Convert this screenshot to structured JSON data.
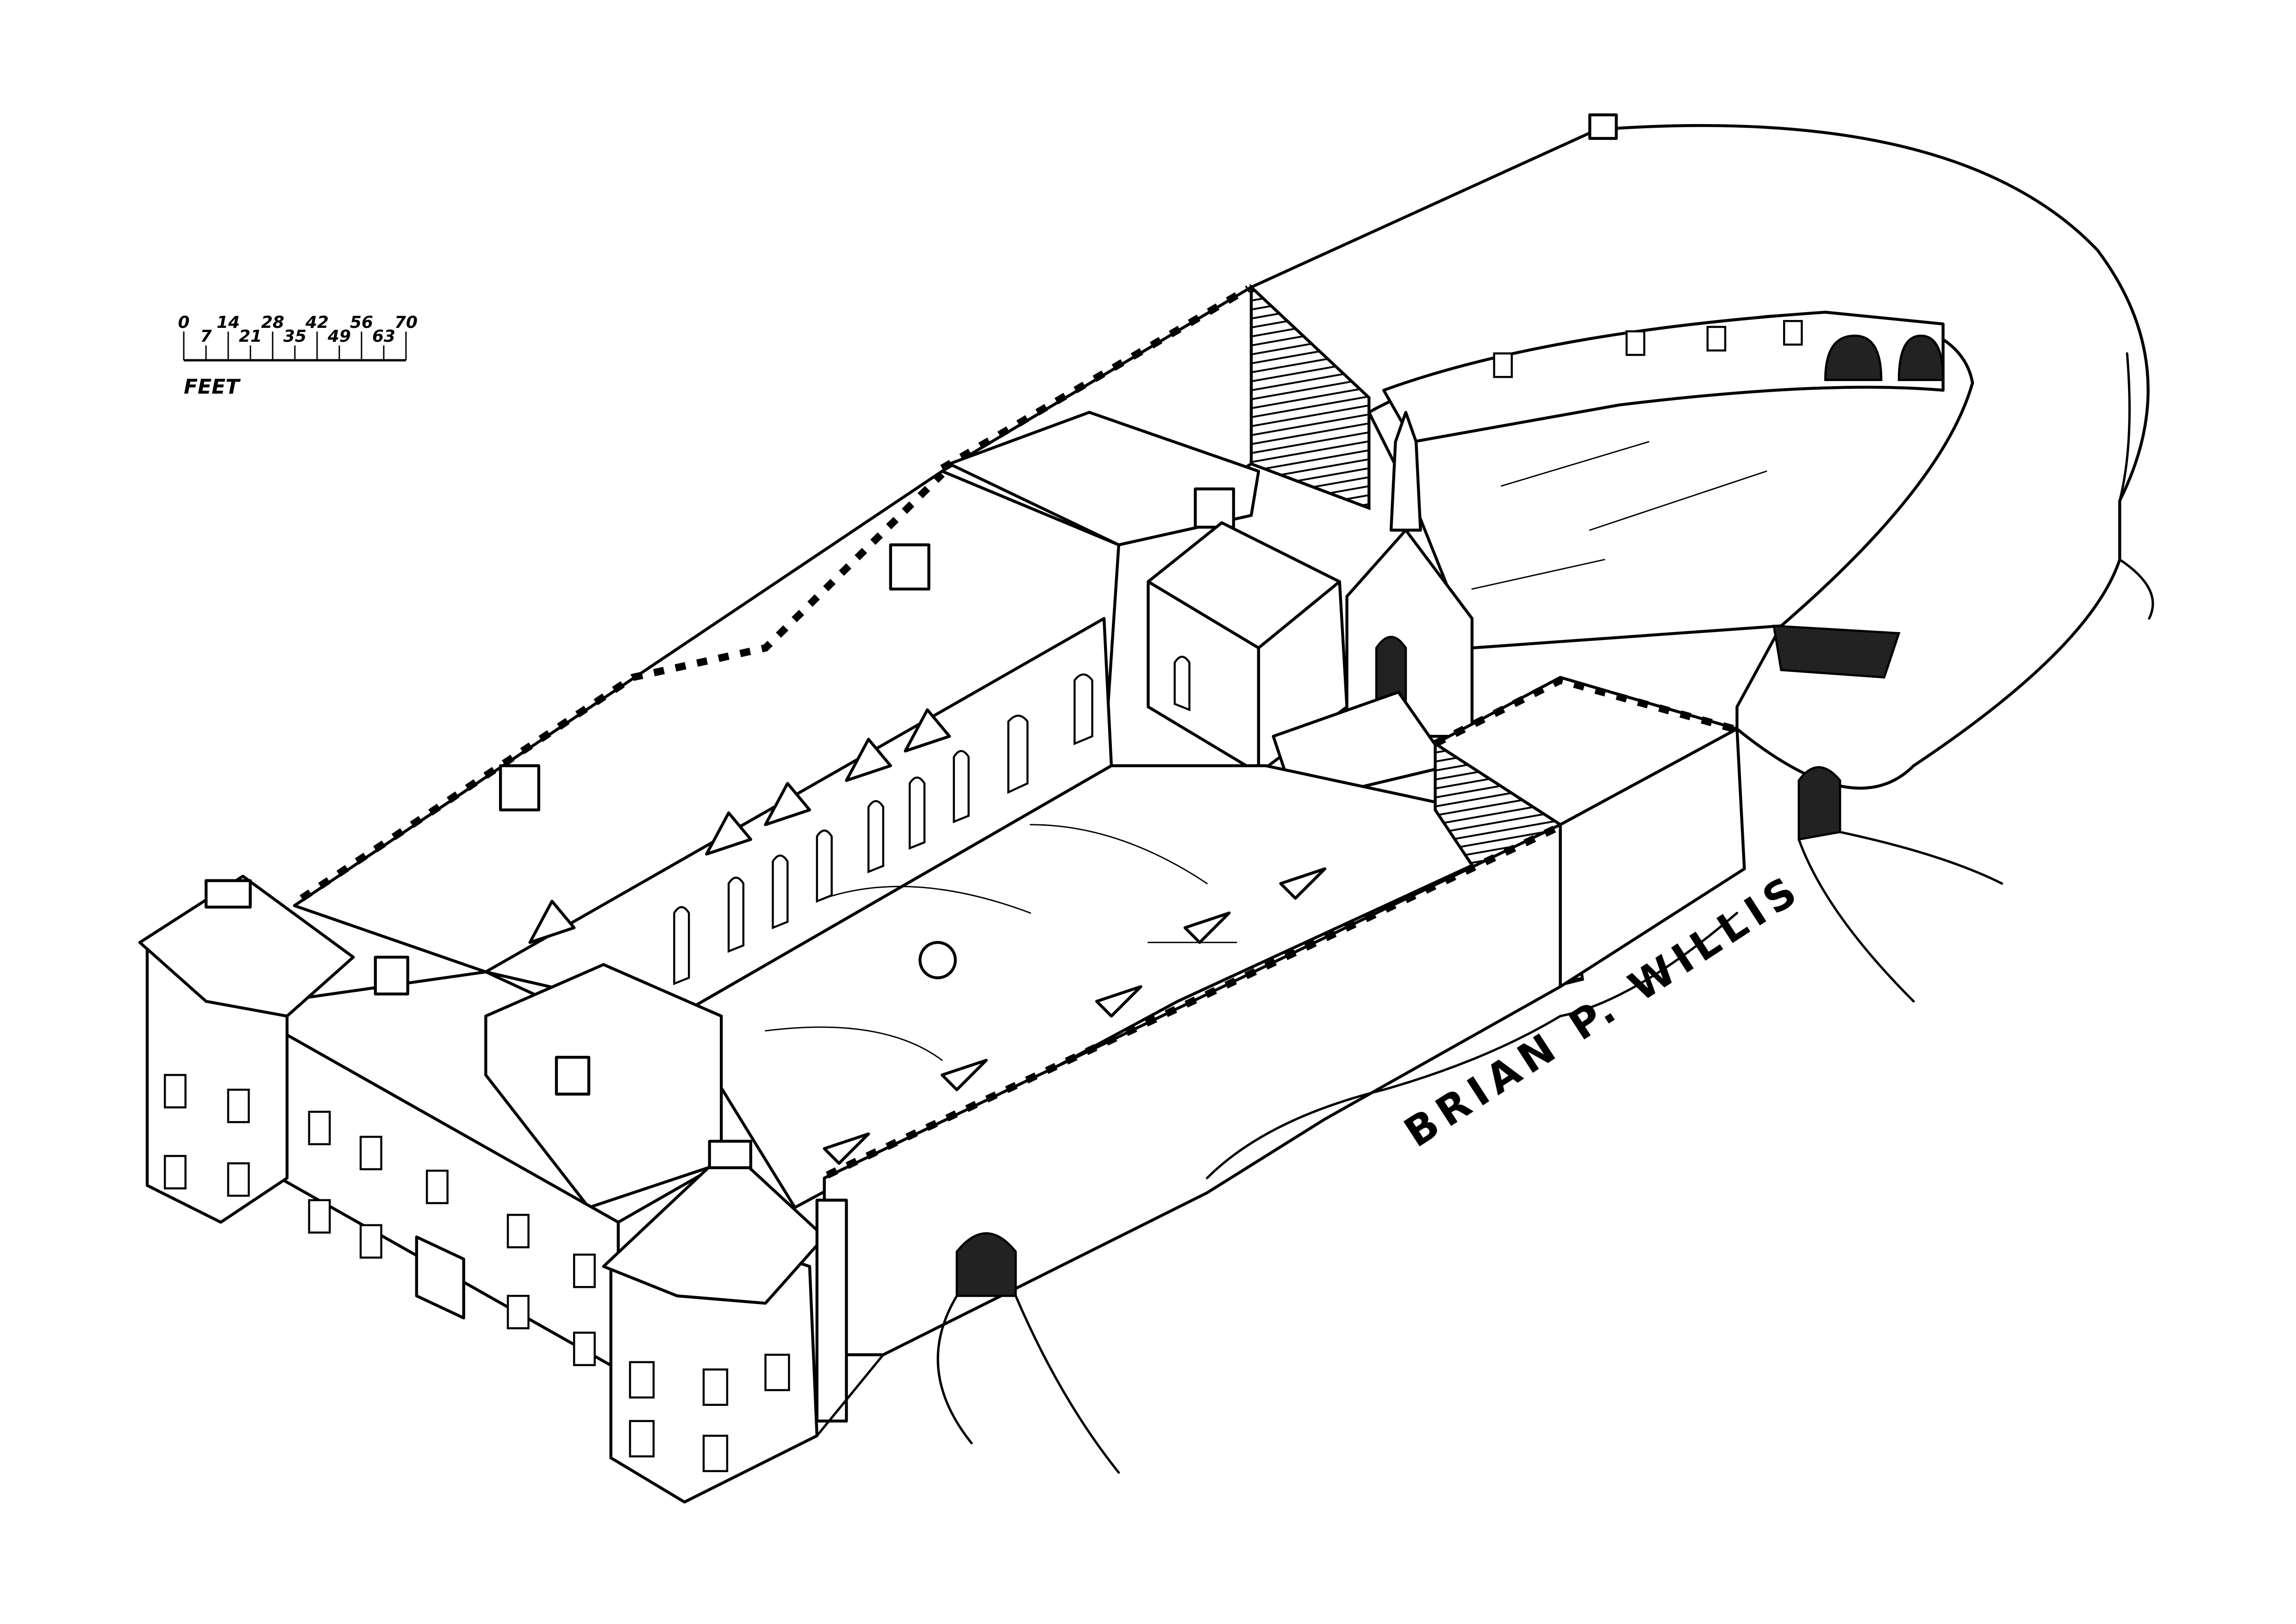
{
  "scale_bar": {
    "ticks": [
      "0",
      "7",
      "14",
      "21",
      "28",
      "35",
      "42",
      "49",
      "56",
      "63",
      "70"
    ],
    "unit": "FEET"
  },
  "signature": "BRIAN P. WILLIS",
  "colors": {
    "ink": "#000000",
    "paper": "#ffffff"
  }
}
